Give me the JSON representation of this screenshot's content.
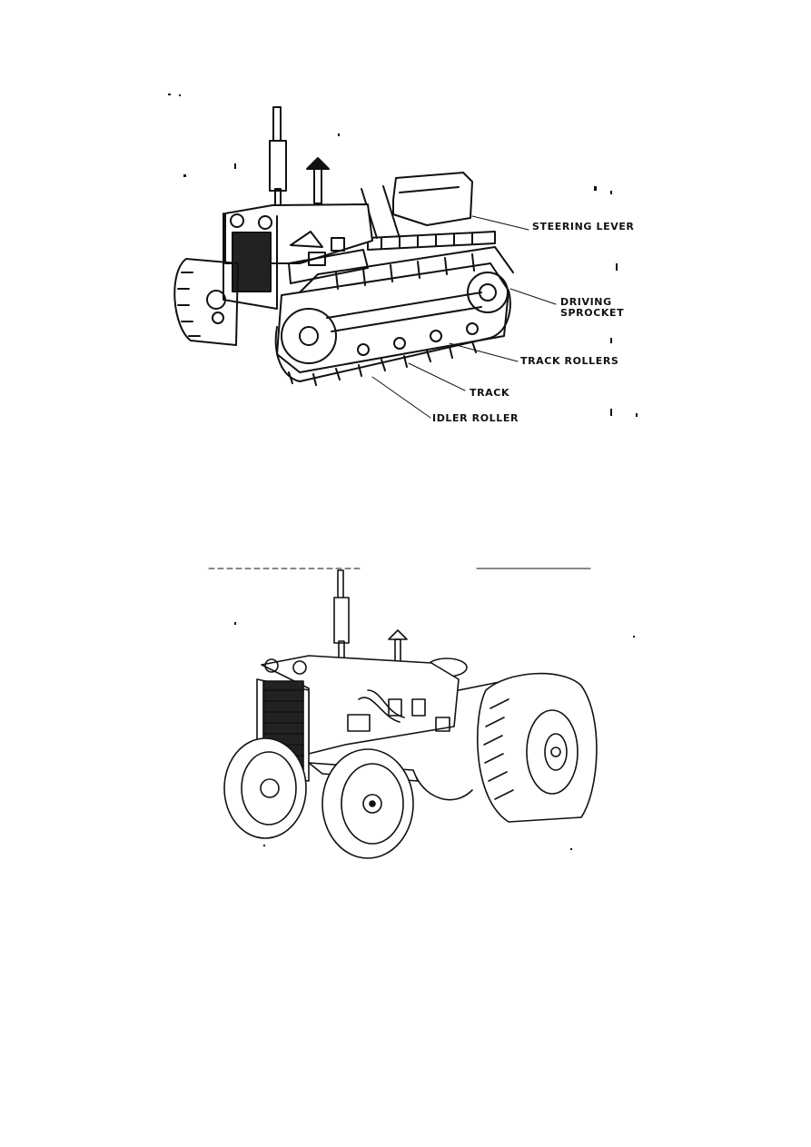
{
  "diagram": {
    "crawler_labels": {
      "steering_lever": "STEERING LEVER",
      "driving_sprocket_1": "DRIVING",
      "driving_sprocket_2": "SPROCKET",
      "track_rollers": "TRACK ROLLERS",
      "track": "TRACK",
      "idler_roller": "IDLER ROLLER"
    },
    "colors": {
      "ink": "#111111",
      "paper": "#ffffff"
    },
    "icons": [
      "crawler-tractor-drawing",
      "wheeled-tractor-drawing"
    ]
  }
}
